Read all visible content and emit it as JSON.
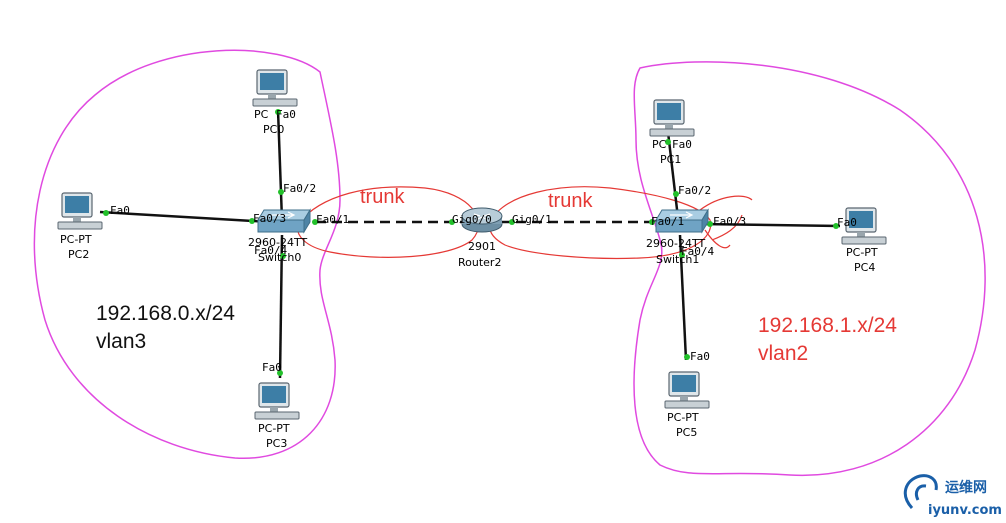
{
  "colors": {
    "link": "#111111",
    "port_dot": "#22c02a",
    "area_outline": "#e04ae0",
    "trunk_outline": "#e53935",
    "annotation_red": "#e53935",
    "switch_body": "#6fa3c4",
    "router_body": "#7f9fb3",
    "pc_screen": "#3d7ea6"
  },
  "devices": {
    "pc0": {
      "type": "PC",
      "label": "PC0",
      "port": "Fa0"
    },
    "pc1": {
      "type": "PC",
      "label": "PC1",
      "port": "Fa0"
    },
    "pc2": {
      "type": "PC-PT",
      "label": "PC2",
      "port": "Fa0"
    },
    "pc3": {
      "type": "PC-PT",
      "label": "PC3",
      "port": "Fa0"
    },
    "pc4": {
      "type": "PC-PT",
      "label": "PC4",
      "port": "Fa0"
    },
    "pc5": {
      "type": "PC-PT",
      "label": "PC5",
      "port": "Fa0"
    },
    "switch0": {
      "model": "2960-24TT",
      "label": "Switch0"
    },
    "switch1": {
      "model": "2960-24TT",
      "label": "Switch1"
    },
    "router2": {
      "model": "2901",
      "label": "Router2"
    }
  },
  "ports": {
    "sw0_fa02": "Fa0/2",
    "sw0_fa03": "Fa0/3",
    "sw0_fa01": "Fa0/1",
    "sw0_fa04": "Fa0/4",
    "r2_gig00": "Gig0/0",
    "r2_gig01": "Gig0/1",
    "sw1_fa02": "Fa0/2",
    "sw1_fa01": "Fa0/1",
    "sw1_fa03": "Fa0/3",
    "sw1_fa04": "Fa0/4"
  },
  "annotations": {
    "trunk_left": "trunk",
    "trunk_right": "trunk",
    "left_subnet": "192.168.0.x/24",
    "left_vlan": "vlan3",
    "right_subnet": "192.168.1.x/24",
    "right_vlan": "vlan2"
  },
  "watermark": {
    "cn": "运维网",
    "en": "iyunv.com"
  }
}
